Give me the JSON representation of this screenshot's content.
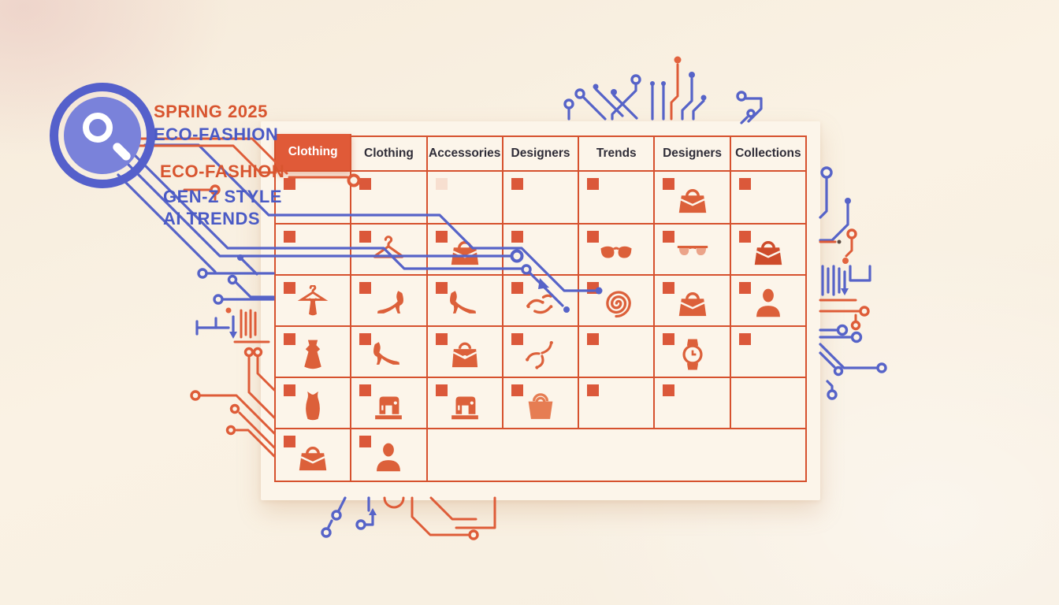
{
  "colors": {
    "background": "#f8efe2",
    "panel": "#fcf5ea",
    "accent_orange": "#de5c38",
    "accent_blue": "#5663c8",
    "header_text": "#2f2d38",
    "marker_orange": "#d84a2a",
    "selected_tab_bg": "#e05a38",
    "selected_tab_text": "#ffffff"
  },
  "search": {
    "icon": "magnifier-icon",
    "labels": [
      {
        "text": "SPRING 2025",
        "color": "orange"
      },
      {
        "text": "ECO-FASHION",
        "color": "blue"
      },
      {
        "text": "ECO-FASHION",
        "color": "orange"
      },
      {
        "text": "GEN-Z STYLE",
        "color": "blue"
      },
      {
        "text": "AI TRENDS",
        "color": "blue"
      }
    ]
  },
  "table": {
    "headers": [
      {
        "label": "Clothing",
        "selected": true
      },
      {
        "label": "Clothing"
      },
      {
        "label": "Accessories"
      },
      {
        "label": "Designers"
      },
      {
        "label": "Trends"
      },
      {
        "label": "Designers"
      },
      {
        "label": "Collections"
      }
    ],
    "rows": [
      [
        {
          "marker": true
        },
        {
          "marker": true
        },
        {
          "marker": "faint"
        },
        {
          "marker": true
        },
        {
          "marker": true
        },
        {
          "marker": true,
          "icon": "handbag"
        },
        {
          "marker": true
        }
      ],
      [
        {
          "marker": true
        },
        {
          "marker": true,
          "icon": "hanger"
        },
        {
          "marker": true,
          "icon": "handbag"
        },
        {
          "marker": true
        },
        {
          "marker": true,
          "icon": "sunglasses"
        },
        {
          "marker": true,
          "icon": "sunglasses-outline"
        },
        {
          "marker": true,
          "icon": "handbag",
          "tone": "dark"
        }
      ],
      [
        {
          "marker": true,
          "icon": "dress-on-hanger"
        },
        {
          "marker": true,
          "icon": "high-heel"
        },
        {
          "marker": true,
          "icon": "high-heel",
          "flip": true
        },
        {
          "marker": true,
          "icon": "swirl-arrows"
        },
        {
          "marker": true,
          "icon": "spiral"
        },
        {
          "marker": true,
          "icon": "handbag"
        },
        {
          "marker": true,
          "icon": "person"
        }
      ],
      [
        {
          "marker": true,
          "icon": "dress"
        },
        {
          "marker": true,
          "icon": "high-heel",
          "flip": true
        },
        {
          "marker": true,
          "icon": "satchel"
        },
        {
          "marker": true,
          "icon": "pinwheel"
        },
        {
          "marker": true
        },
        {
          "marker": true,
          "icon": "watch"
        },
        {
          "marker": true
        }
      ],
      [
        {
          "marker": true,
          "icon": "slim-dress"
        },
        {
          "marker": true,
          "icon": "sewing-machine"
        },
        {
          "marker": true,
          "icon": "sewing-machine"
        },
        {
          "marker": true,
          "icon": "tote-bag",
          "tone": "light"
        },
        {
          "marker": true
        },
        {
          "marker": true
        },
        {}
      ],
      [
        {
          "marker": true,
          "icon": "handbag"
        },
        {
          "marker": true,
          "icon": "person"
        },
        {
          "span": 5
        }
      ]
    ]
  }
}
